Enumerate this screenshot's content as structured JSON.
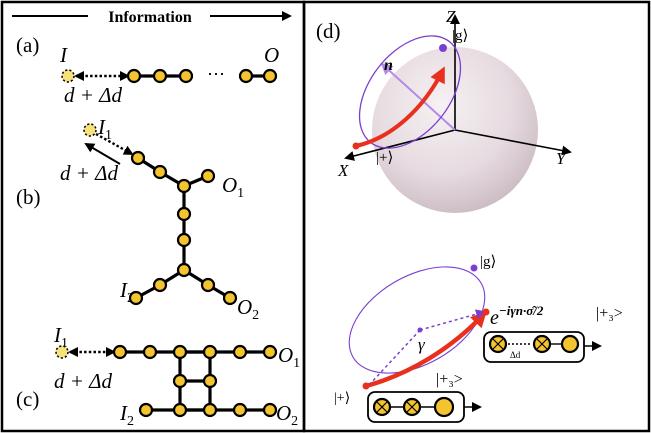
{
  "header": {
    "title": "Information"
  },
  "panel_a": {
    "label": "(a)",
    "input": "I",
    "output": "O",
    "ellipsis": "⋯",
    "distance": "d + Δd"
  },
  "panel_b": {
    "label": "(b)",
    "input1": "I",
    "input1_sub": "1",
    "input2": "I",
    "input2_sub": "2",
    "output1": "O",
    "output1_sub": "1",
    "output2": "O",
    "output2_sub": "2",
    "distance": "d + Δd"
  },
  "panel_c": {
    "label": "(c)",
    "input1": "I",
    "input1_sub": "1",
    "input2": "I",
    "input2_sub": "2",
    "output1": "O",
    "output1_sub": "1",
    "output2": "O",
    "output2_sub": "2",
    "distance": "d + Δd"
  },
  "panel_d": {
    "label": "(d)",
    "axis_z": "Z",
    "axis_x": "X",
    "axis_y": "Y",
    "vector_n": "n",
    "ket_g": "|g⟩",
    "ket_plus": "|+⟩",
    "ket_g_lower": "|g⟩",
    "ket_plus_lower": "|+⟩",
    "gamma": "γ",
    "operator": "e⁻ⁱᵞⁿ·σ̂/²",
    "operator_main": "e",
    "operator_exp": "−iγn·σ̂/2",
    "ket_plus3_a": "|+₃>",
    "ket_plus3_b": "|+₃>",
    "delta_d_small": "Δd"
  },
  "colors": {
    "node": "#f4c430",
    "red_arc": "#e8301c",
    "purple": "#7b3fd0",
    "sphere": "#e9dfe4"
  }
}
